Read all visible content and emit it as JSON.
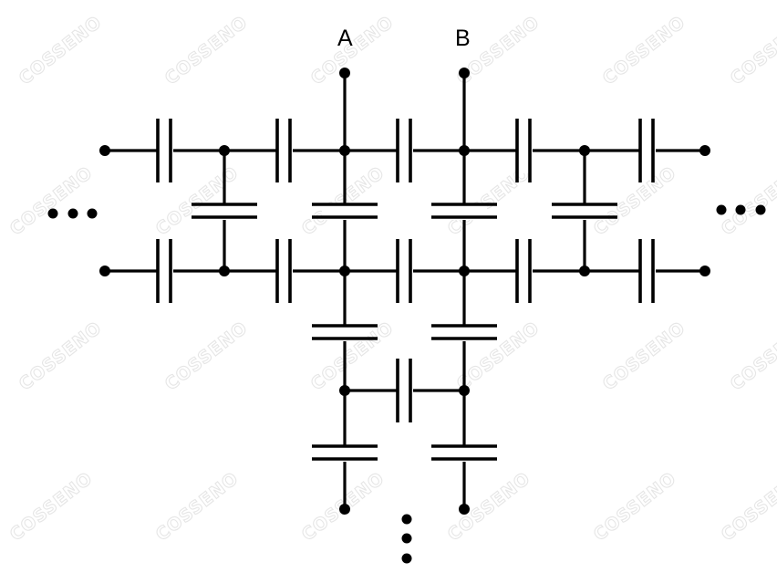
{
  "terminals": {
    "a": "A",
    "b": "B"
  },
  "watermark": "COSSENO",
  "colors": {
    "ink": "#000000",
    "watermark": "#e6e6e6",
    "background": "#ffffff"
  }
}
